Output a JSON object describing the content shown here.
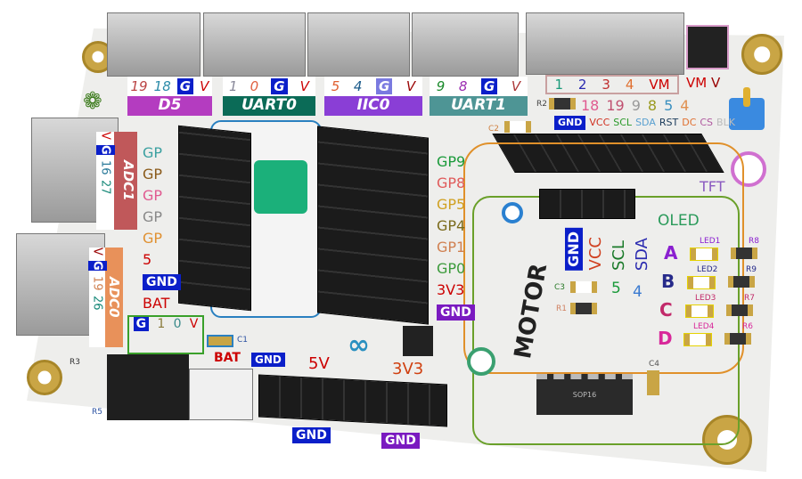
{
  "top_connectors": [
    {
      "name": "D5",
      "pins": [
        "19",
        "18",
        "G",
        "V"
      ],
      "color": "#b43cc0"
    },
    {
      "name": "UART0",
      "pins": [
        "1",
        "0",
        "G",
        "V"
      ],
      "color": "#0b6b57"
    },
    {
      "name": "IIC0",
      "pins": [
        "5",
        "4",
        "G",
        "V"
      ],
      "color": "#8a3ed6"
    },
    {
      "name": "UART1",
      "pins": [
        "9",
        "8",
        "G",
        "V"
      ],
      "color": "#4e9595"
    }
  ],
  "motor_connector": {
    "pins": [
      "1",
      "2",
      "3",
      "4",
      "VM"
    ]
  },
  "jumper": {
    "pins": [
      "VM",
      "V"
    ]
  },
  "tft": {
    "label": "TFT",
    "pins": [
      "GND",
      "VCC",
      "SCL",
      "SDA",
      "RST",
      "DC",
      "CS",
      "BLK"
    ],
    "gpio": [
      "18",
      "19",
      "9",
      "8",
      "5",
      "4"
    ]
  },
  "oled": {
    "label": "OLED",
    "pins": [
      "GND",
      "VCC",
      "SCL",
      "SDA"
    ],
    "gpio": [
      "5",
      "4"
    ]
  },
  "adc": [
    {
      "name": "ADC1",
      "pins": [
        "V",
        "G",
        "16",
        "27"
      ],
      "color": "#c0585a"
    },
    {
      "name": "ADC0",
      "pins": [
        "V",
        "G",
        "19",
        "26"
      ],
      "color": "#e8915a"
    }
  ],
  "right_pins": [
    "GP9",
    "GP8",
    "GP5",
    "GP4",
    "GP1",
    "GP0",
    "3V3",
    "GND"
  ],
  "left_pins": [
    "GP",
    "GP",
    "GP",
    "GP",
    "GP",
    "5",
    "GND",
    "BAT"
  ],
  "motor_label": "MOTOR",
  "leds": [
    {
      "letter": "A",
      "led": "LED1",
      "res": "R8",
      "color": "#8a1fd0"
    },
    {
      "letter": "B",
      "led": "LED2",
      "res": "R9",
      "color": "#262a8a"
    },
    {
      "letter": "C",
      "led": "LED3",
      "res": "R7",
      "color": "#c22a6a"
    },
    {
      "letter": "D",
      "led": "LED4",
      "res": "R6",
      "color": "#d8289a"
    }
  ],
  "components": {
    "c1": "C1",
    "c2": "C2",
    "c3": "C3",
    "c4": "C4",
    "r1": "R1",
    "r2": "R2",
    "r3": "R3",
    "r5": "R5",
    "chip": "SOP16"
  },
  "uart_header": {
    "pins": [
      "G",
      "1",
      "0",
      "V"
    ]
  },
  "power": {
    "bat": "BAT",
    "gnd": "GND",
    "v5": "5V",
    "v33": "3V3",
    "gnd1": "GND",
    "gnd2": "GND"
  }
}
